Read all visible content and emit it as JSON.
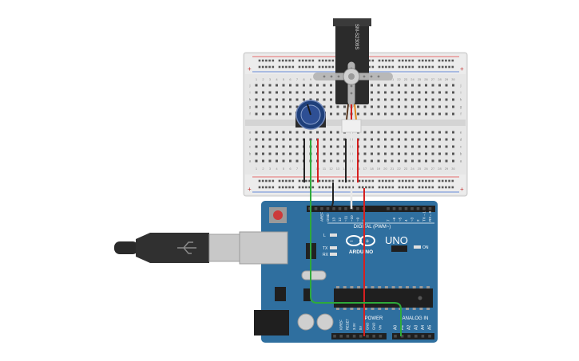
{
  "breadboard": {
    "top_rows": [
      "j",
      "i",
      "h",
      "g",
      "f"
    ],
    "bottom_rows": [
      "e",
      "d",
      "c",
      "b",
      "a"
    ],
    "columns": [
      "1",
      "2",
      "3",
      "4",
      "5",
      "6",
      "7",
      "8",
      "9",
      "10",
      "11",
      "12",
      "13",
      "14",
      "15",
      "16",
      "17",
      "18",
      "19",
      "20",
      "21",
      "22",
      "23",
      "24",
      "25",
      "26",
      "27",
      "28",
      "29",
      "30"
    ],
    "rail_plus": "+",
    "rail_minus": "−"
  },
  "servo": {
    "model": "SM-S2309S"
  },
  "arduino": {
    "brand": "ARDUINO",
    "model": "UNO",
    "digital_header_label": "DIGITAL (PWM~)",
    "digital_pins": [
      "AREF",
      "GND",
      "13",
      "12",
      "~11",
      "~10",
      "~9",
      "8",
      "7",
      "~6",
      "~5",
      "4",
      "~3",
      "2",
      "TX→1",
      "RX←0"
    ],
    "power_header_label": "POWER",
    "power_pins": [
      "IOREF",
      "RESET",
      "3.3V",
      "5V",
      "GND",
      "GND",
      "Vin"
    ],
    "analog_header_label": "ANALOG IN",
    "analog_pins": [
      "A0",
      "A1",
      "A2",
      "A3",
      "A4",
      "A5"
    ],
    "led_labels": [
      "L",
      "TX",
      "RX"
    ],
    "on_label": "ON"
  },
  "colors": {
    "board_blue": "#2f6f9f",
    "wire_green": "#2eaa3a",
    "wire_red": "#d62020",
    "wire_black": "#222222",
    "wire_white": "#e8e8e8",
    "rail_red": "#e04040",
    "rail_blue": "#3a6ad0"
  }
}
